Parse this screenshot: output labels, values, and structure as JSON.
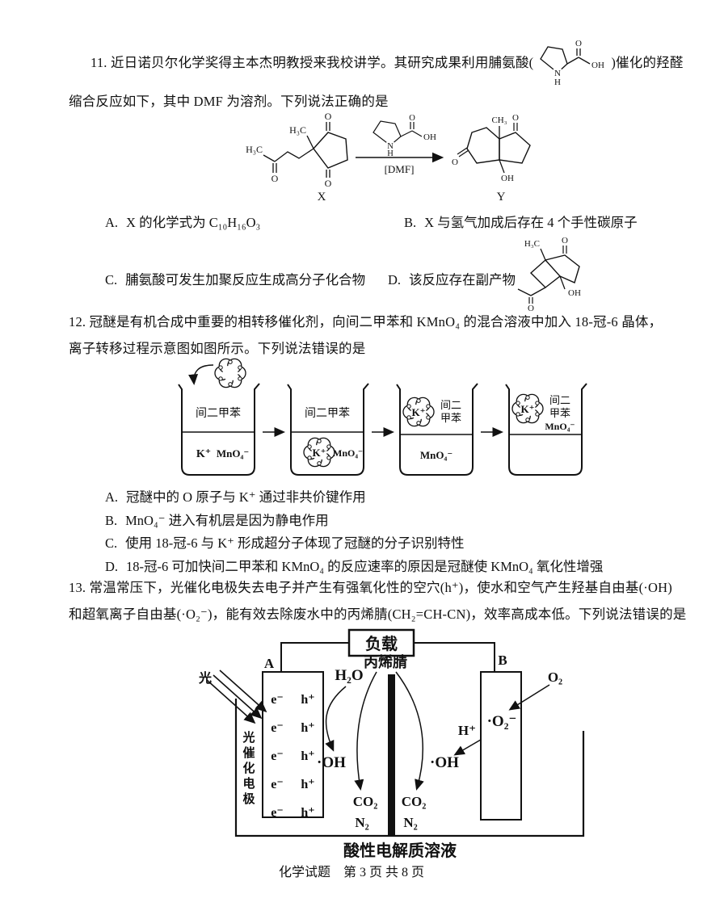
{
  "page": {
    "footer": "化学试题　第 3 页 共 8 页"
  },
  "q11": {
    "line1_pre": "11. 近日诺贝尔化学奖得主本杰明教授来我校讲学。其研究成果利用脯氨酸(",
    "line1_post": ")催化的羟醛",
    "line2": "缩合反应如下，其中 DMF 为溶剂。下列说法正确的是",
    "struct": {
      "o": "O",
      "oh": "OH",
      "n": "N",
      "h": "H",
      "h3c": "H₃C",
      "ch3": "CH₃",
      "dmf": "[DMF]",
      "x_caption": "X",
      "y_caption": "Y"
    },
    "options": [
      {
        "key": "A.",
        "text": "X 的化学式为 C₁₀H₁₆O₃"
      },
      {
        "key": "B.",
        "text": "X 与氢气加成后存在 4 个手性碳原子"
      },
      {
        "key": "C.",
        "text": "脯氨酸可发生加聚反应生成高分子化合物"
      },
      {
        "key": "D.",
        "text": "该反应存在副产物"
      }
    ]
  },
  "q12": {
    "line1": "12. 冠醚是有机合成中重要的相转移催化剂，向间二甲苯和 KMnO₄ 的混合溶液中加入 18-冠-6 晶体，",
    "line2": "离子转移过程示意图如图所示。下列说法错误的是",
    "beakers": {
      "m_xylene": "间二甲苯",
      "m_x_line1": "间二",
      "m_x_line2": "甲苯",
      "k": "K⁺",
      "mno4": "MnO₄⁻"
    },
    "options": [
      {
        "key": "A.",
        "text": "冠醚中的 O 原子与 K⁺ 通过非共价键作用"
      },
      {
        "key": "B.",
        "text": "MnO₄⁻ 进入有机层是因为静电作用"
      },
      {
        "key": "C.",
        "text": "使用 18-冠-6 与 K⁺ 形成超分子体现了冠醚的分子识别特性"
      },
      {
        "key": "D.",
        "text": "18-冠-6 可加快间二甲苯和 KMnO₄ 的反应速率的原因是冠醚使 KMnO₄ 氧化性增强"
      }
    ]
  },
  "q13": {
    "line1": "13. 常温常压下，光催化电极失去电子并产生有强氧化性的空穴(h⁺)，使水和空气产生羟基自由基(·OH)",
    "line2": "和超氧离子自由基(·O₂⁻)，能有效去除废水中的丙烯腈(CH₂=CH-CN)，效率高成本低。下列说法错误的是",
    "cell": {
      "load": "负载",
      "acrylonitrile": "丙烯腈",
      "electrode_a": "A",
      "electrode_b": "B",
      "light": "光",
      "pe_chars": [
        "光",
        "催",
        "化",
        "电",
        "极"
      ],
      "eh_e": "e⁻",
      "eh_h": "h⁺",
      "h2o": "H₂O",
      "oh_radical": "·OH",
      "co2": "CO₂",
      "n2": "N₂",
      "h_plus": "H⁺",
      "superoxide": "·O₂⁻",
      "o2": "O₂",
      "electrolyte": "酸性电解质溶液"
    }
  }
}
